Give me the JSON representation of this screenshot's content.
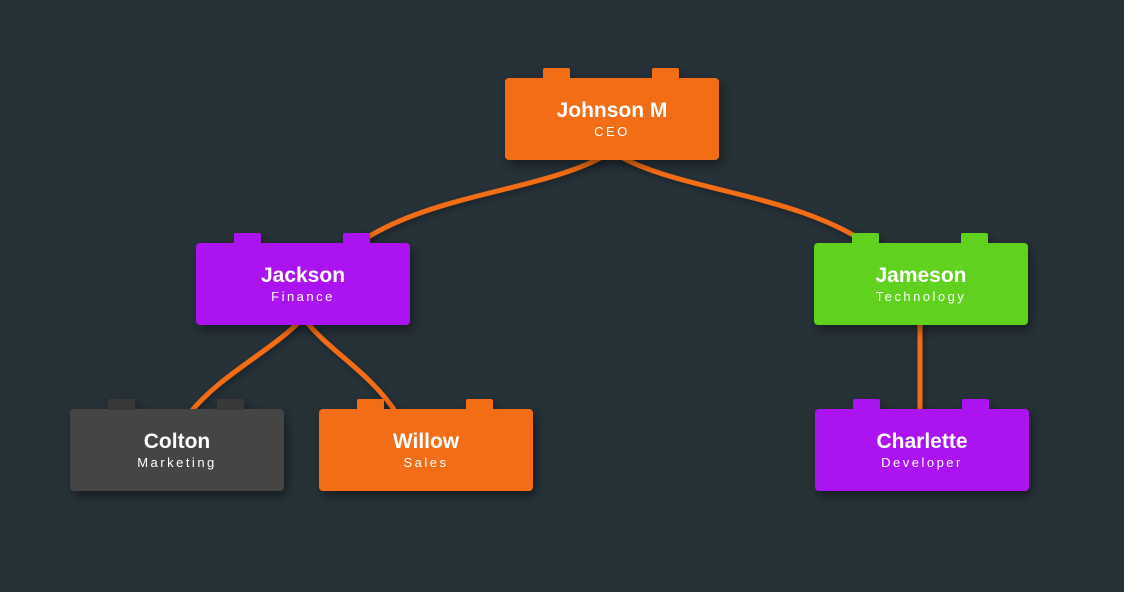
{
  "org_chart": {
    "background_color": "#263138",
    "link_color": "#F36D16",
    "text_color": "#FFFFFF",
    "nodes": [
      {
        "id": "johnson",
        "name": "Johnson M",
        "title": "CEO",
        "color": "#F36D16",
        "tab_color": "#F36D16",
        "parent": null,
        "level": 1
      },
      {
        "id": "jackson",
        "name": "Jackson",
        "title": "Finance",
        "color": "#AB14F0",
        "tab_color": "#AB14F0",
        "parent": "johnson",
        "level": 2
      },
      {
        "id": "jameson",
        "name": "Jameson",
        "title": "Technology",
        "color": "#5FD11E",
        "tab_color": "#5FD11E",
        "parent": "johnson",
        "level": 2
      },
      {
        "id": "colton",
        "name": "Colton",
        "title": "Marketing",
        "color": "#454545",
        "tab_color": "#393939",
        "parent": "jackson",
        "level": 3
      },
      {
        "id": "willow",
        "name": "Willow",
        "title": "Sales",
        "color": "#F36D16",
        "tab_color": "#F36D16",
        "parent": "jackson",
        "level": 3
      },
      {
        "id": "charlette",
        "name": "Charlette",
        "title": "Developer",
        "color": "#AB14F0",
        "tab_color": "#AB14F0",
        "parent": "jameson",
        "level": 3
      }
    ],
    "links": [
      {
        "from": "johnson",
        "to": "jackson"
      },
      {
        "from": "johnson",
        "to": "jameson"
      },
      {
        "from": "jackson",
        "to": "colton"
      },
      {
        "from": "jackson",
        "to": "willow"
      },
      {
        "from": "jameson",
        "to": "charlette"
      }
    ]
  }
}
